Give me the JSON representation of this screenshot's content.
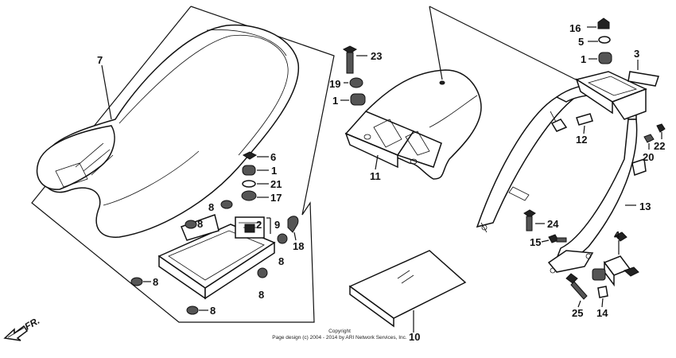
{
  "labels": {
    "p7": "7",
    "p6": "6",
    "p1a": "1",
    "p21": "21",
    "p17": "17",
    "p8a": "8",
    "p8b": "8",
    "p2": "2",
    "p9": "9",
    "p18": "18",
    "p8c": "8",
    "p8d": "8",
    "p8e": "8",
    "p8f": "8",
    "p23": "23",
    "p19": "19",
    "p1b": "1",
    "p11": "11",
    "p10": "10",
    "p16": "16",
    "p5": "5",
    "p1c": "1",
    "p3": "3",
    "p12": "12",
    "p20": "20",
    "p22": "22",
    "p13": "13",
    "p24": "24",
    "p15": "15",
    "p4": "4",
    "p25": "25",
    "p14": "14"
  },
  "direction": "FR.",
  "copyright": {
    "line1": "Copyright",
    "line2": "Page design (c) 2004 - 2014 by ARI Network Services, Inc."
  }
}
